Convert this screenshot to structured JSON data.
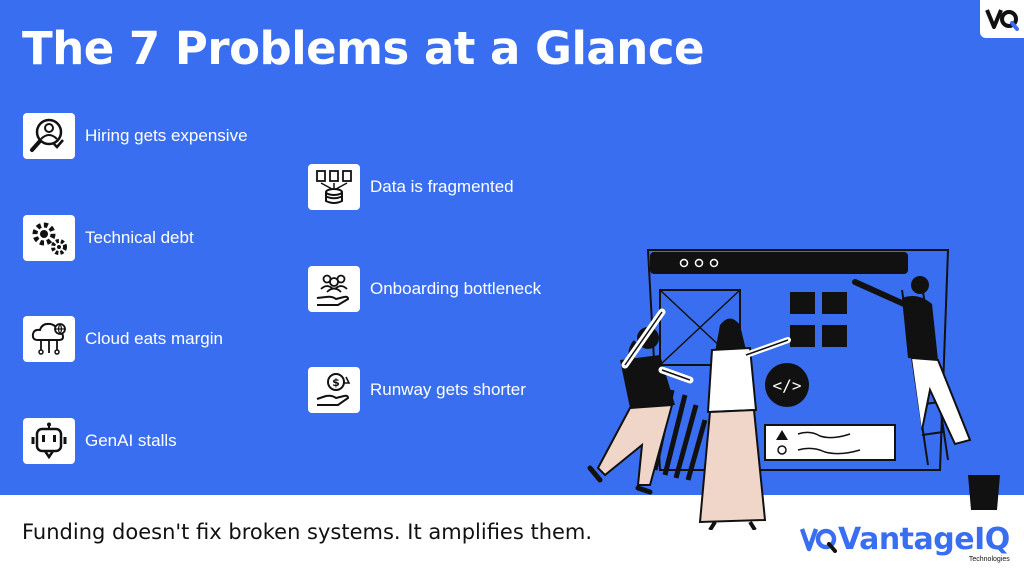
{
  "title": "The 7 Problems at a Glance",
  "problems": [
    {
      "label": "Hiring gets expensive",
      "icon": "hiring-search-icon"
    },
    {
      "label": "Data is fragmented",
      "icon": "data-documents-icon"
    },
    {
      "label": "Technical debt",
      "icon": "gears-icon"
    },
    {
      "label": "Onboarding bottleneck",
      "icon": "team-hand-icon"
    },
    {
      "label": "Cloud eats margin",
      "icon": "cloud-network-icon"
    },
    {
      "label": "Runway gets shorter",
      "icon": "money-hand-icon"
    },
    {
      "label": "GenAI stalls",
      "icon": "robot-icon"
    }
  ],
  "tagline": "Funding doesn't fix broken systems. It amplifies them.",
  "brand": {
    "name": "VantageIQ",
    "sub": "Technologies",
    "color": "#3a6ef0"
  },
  "colors": {
    "background": "#3a6ef0",
    "text": "#ffffff"
  }
}
